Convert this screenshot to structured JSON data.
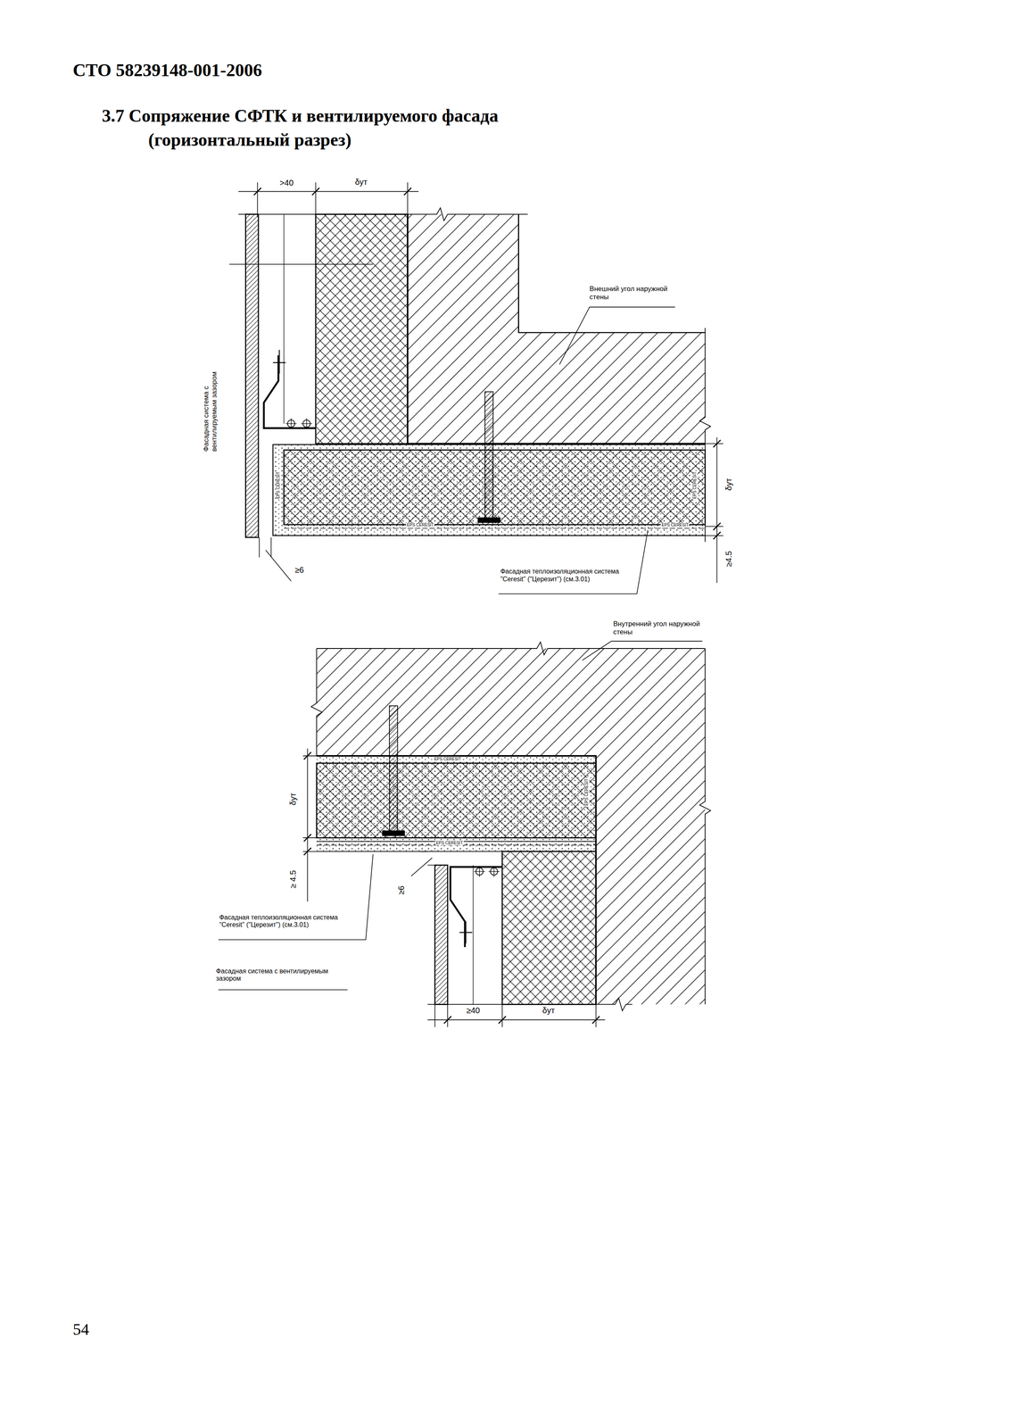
{
  "diagram": {
    "title": "3.7 Сопряжение СФТК и вентилируемого фасада (горизонтальный разрез)",
    "labels": [
      "СТО 58239148-001-2006",
      ">40",
      "δут",
      "Внешний угол наружной стены",
      "Фасадная система с вентилируемым зазором",
      "EPS CERESIT",
      "EPS CERESIT",
      "EPS CERESIT",
      "EPS CERESIT",
      "δут",
      "≥4.5",
      "≥6",
      "Фасадная теплоизоляционная система \"Ceresit\" (\"Церезит\") (см.3.01)",
      "Внутренний угол наружной стены",
      "EPS CERESIT",
      "EPS CERESIT",
      "EPS CERESIT",
      "δут",
      "≥ 4.5",
      "≥6",
      "Фасадная теплоизоляционная система \"Ceresit\" (\"Церезит\") (см.3.01)",
      "Фасадная система с вентилируемым зазором",
      "≥40",
      "δут",
      "54"
    ]
  }
}
